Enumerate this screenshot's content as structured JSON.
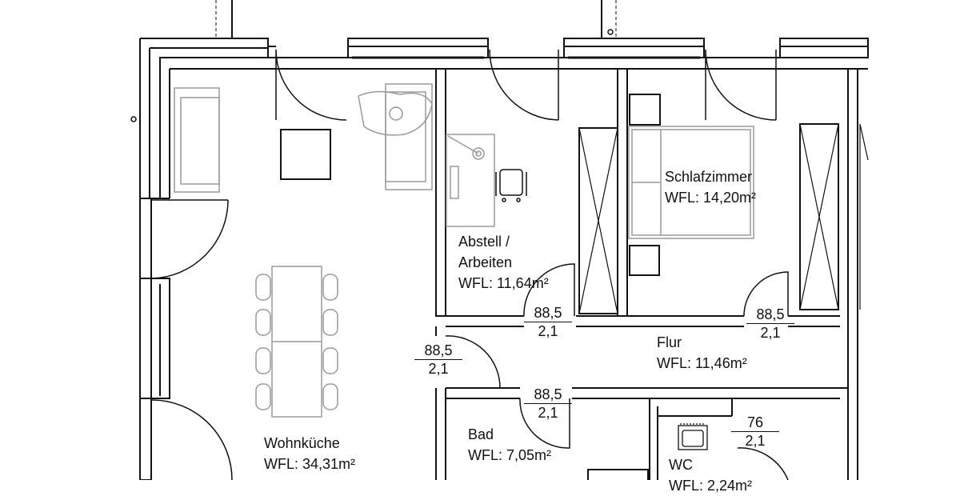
{
  "rooms": {
    "wohnkueche": {
      "name": "Wohnküche",
      "area": "WFL: 34,31m²"
    },
    "abstell": {
      "name1": "Abstell /",
      "name2": "Arbeiten",
      "area": "WFL: 11,64m²"
    },
    "schlaf": {
      "name": "Schlafzimmer",
      "area": "WFL: 14,20m²"
    },
    "flur": {
      "name": "Flur",
      "area": "WFL: 11,46m²"
    },
    "bad": {
      "name": "Bad",
      "area": "WFL: 7,05m²"
    },
    "wc": {
      "name": "WC",
      "area": "WFL: 2,24m²"
    }
  },
  "doors": [
    {
      "top": "88,5",
      "bottom": "2,1"
    },
    {
      "top": "88,5",
      "bottom": "2,1"
    },
    {
      "top": "88,5",
      "bottom": "2,1"
    },
    {
      "top": "88,5",
      "bottom": "2,1"
    },
    {
      "top": "76",
      "bottom": "2,1"
    }
  ],
  "colors": {
    "wall": "#111111",
    "furniture": "#9a9a9a"
  }
}
